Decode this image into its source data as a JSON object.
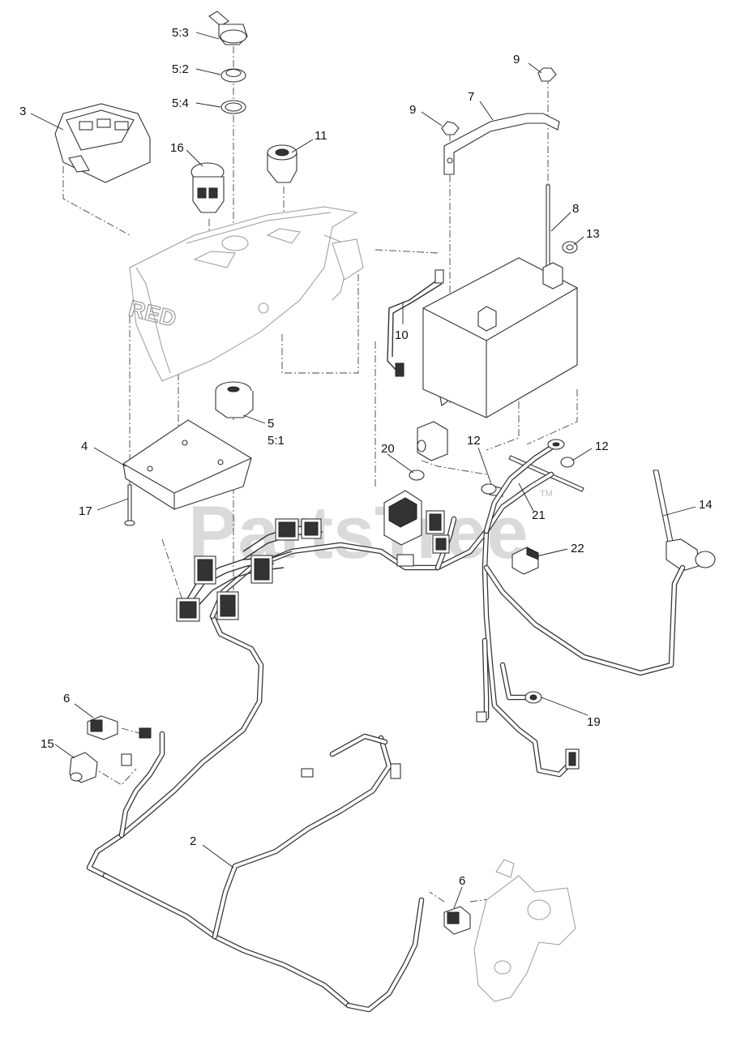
{
  "watermark": {
    "text": "PartsTree",
    "trademark": "TM"
  },
  "logo": {
    "text": "RED"
  },
  "callouts": [
    {
      "id": "5-3",
      "text": "5:3"
    },
    {
      "id": "5-2",
      "text": "5:2"
    },
    {
      "id": "5-4",
      "text": "5:4"
    },
    {
      "id": "3",
      "text": "3"
    },
    {
      "id": "16",
      "text": "16"
    },
    {
      "id": "11",
      "text": "11"
    },
    {
      "id": "9a",
      "text": "9"
    },
    {
      "id": "9b",
      "text": "9"
    },
    {
      "id": "7",
      "text": "7"
    },
    {
      "id": "8",
      "text": "8"
    },
    {
      "id": "13",
      "text": "13"
    },
    {
      "id": "10",
      "text": "10"
    },
    {
      "id": "5",
      "text": "5"
    },
    {
      "id": "5-1",
      "text": "5:1"
    },
    {
      "id": "4",
      "text": "4"
    },
    {
      "id": "17",
      "text": "17"
    },
    {
      "id": "20",
      "text": "20"
    },
    {
      "id": "12a",
      "text": "12"
    },
    {
      "id": "12b",
      "text": "12"
    },
    {
      "id": "14",
      "text": "14"
    },
    {
      "id": "21",
      "text": "21"
    },
    {
      "id": "22",
      "text": "22"
    },
    {
      "id": "6a",
      "text": "6"
    },
    {
      "id": "15",
      "text": "15"
    },
    {
      "id": "19",
      "text": "19"
    },
    {
      "id": "2",
      "text": "2"
    },
    {
      "id": "6b",
      "text": "6"
    }
  ]
}
